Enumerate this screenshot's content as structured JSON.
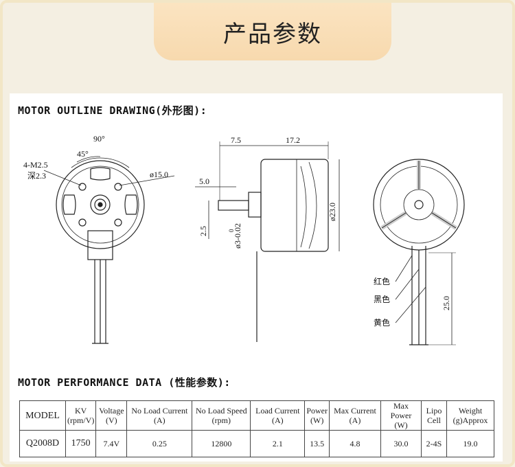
{
  "banner": {
    "title": "产品参数"
  },
  "sections": {
    "outline_heading": "MOTOR OUTLINE DRAWING(外形图):",
    "performance_heading": "MOTOR PERFORMANCE DATA (性能参数):"
  },
  "drawing": {
    "front": {
      "angle_90": "90°",
      "angle_45": "45°",
      "screw": "4-M2.5",
      "depth": "深2.3",
      "diameter": "ø15.0"
    },
    "side": {
      "dim_a": "7.5",
      "dim_b": "17.2",
      "shaft_len": "5.0",
      "shaft_h": "2.5",
      "shaft_d": "ø3-0.02",
      "shaft_tol": "0",
      "body_d": "ø23.0"
    },
    "back": {
      "wire_red": "红色",
      "wire_black": "黑色",
      "wire_yellow": "黄色",
      "wire_len": "25.0"
    }
  },
  "table": {
    "headers": [
      {
        "l1": "MODEL",
        "l2": ""
      },
      {
        "l1": "KV",
        "l2": "(rpm/V)"
      },
      {
        "l1": "Voltage",
        "l2": "(V)"
      },
      {
        "l1": "No Load Current",
        "l2": "(A)"
      },
      {
        "l1": "No Load Speed",
        "l2": "(rpm)"
      },
      {
        "l1": "Load Current",
        "l2": "(A)"
      },
      {
        "l1": "Power",
        "l2": "(W)"
      },
      {
        "l1": "Max Current",
        "l2": "(A)"
      },
      {
        "l1": "Max Power",
        "l2": "(W)"
      },
      {
        "l1": "Lipo",
        "l2": "Cell"
      },
      {
        "l1": "Weight",
        "l2": "(g)Approx"
      }
    ],
    "row": [
      "Q2008D",
      "1750",
      "7.4V",
      "0.25",
      "12800",
      "2.1",
      "13.5",
      "4.8",
      "30.0",
      "2-4S",
      "19.0"
    ]
  }
}
